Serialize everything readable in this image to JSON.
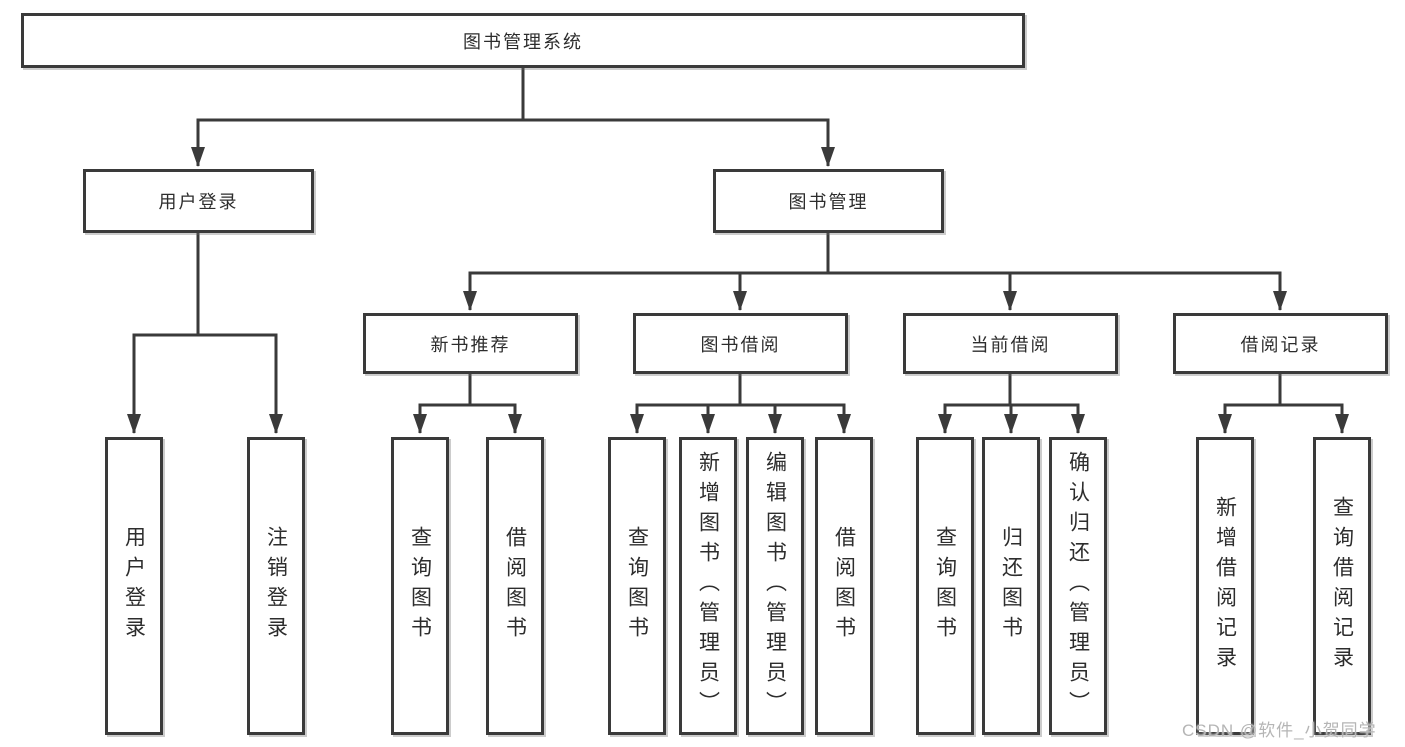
{
  "diagram": {
    "root": {
      "label": "图书管理系统"
    },
    "level2": [
      {
        "label": "用户登录",
        "children": [
          "用户登录",
          "注销登录"
        ]
      },
      {
        "label": "图书管理"
      }
    ],
    "level3": [
      {
        "label": "新书推荐",
        "children": [
          "查询图书",
          "借阅图书"
        ]
      },
      {
        "label": "图书借阅",
        "children": [
          "查询图书",
          "新增图书（管理员）",
          "编辑图书（管理员）",
          "借阅图书"
        ]
      },
      {
        "label": "当前借阅",
        "children": [
          "查询图书",
          "归还图书",
          "确认归还（管理员）"
        ]
      },
      {
        "label": "借阅记录",
        "children": [
          "新增借阅记录",
          "查询借阅记录"
        ]
      }
    ],
    "colors": {
      "line": "#3a3a3a",
      "text": "#2d2d2d",
      "background": "#ffffff",
      "watermark": "#b5b5b5"
    }
  },
  "watermark": {
    "text": "CSDN @软件_小贺同学"
  }
}
